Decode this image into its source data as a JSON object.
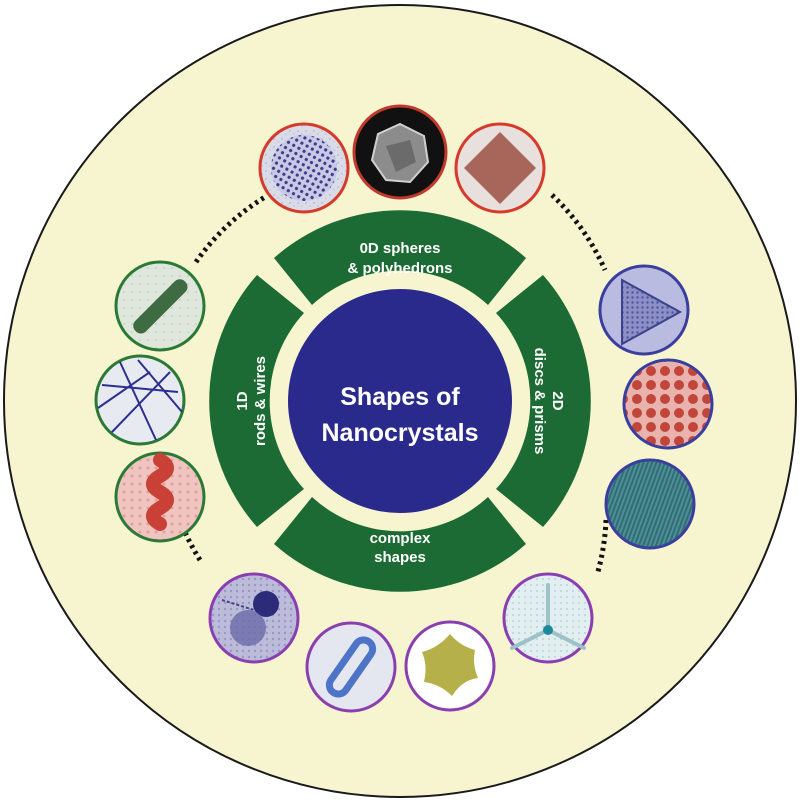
{
  "center": {
    "title_line1": "Shapes of",
    "title_line2": "Nanocrystals"
  },
  "categories": {
    "zero_d": {
      "line1": "0D spheres",
      "line2": "& polyhedrons"
    },
    "one_d": {
      "line1": "1D",
      "line2": "rods & wires"
    },
    "two_d": {
      "line1": "2D",
      "line2": "discs & prisms"
    },
    "complex": {
      "line1": "complex",
      "line2": "shapes"
    }
  },
  "colors": {
    "background_disc": "#f7f4d0",
    "center_circle": "#2a2a8c",
    "category_band": "#1d6b34",
    "ring_0d": "#d63a2a",
    "ring_1d": "#2a7a36",
    "ring_2d": "#3a3f9e",
    "ring_complex": "#8a3fb0"
  },
  "thumbnails": [
    {
      "group": "0D",
      "icon": "lattice-sphere-tem"
    },
    {
      "group": "0D",
      "icon": "polyhedron-sem"
    },
    {
      "group": "0D",
      "icon": "cube-tem"
    },
    {
      "group": "2D",
      "icon": "triangle-prism-tem"
    },
    {
      "group": "2D",
      "icon": "disc-array-tem"
    },
    {
      "group": "2D",
      "icon": "sheet-lattice-tem"
    },
    {
      "group": "1D",
      "icon": "nanorod-tem"
    },
    {
      "group": "1D",
      "icon": "nanowire-network"
    },
    {
      "group": "1D",
      "icon": "helix-wire-tem"
    },
    {
      "group": "complex",
      "icon": "core-shell-tem"
    },
    {
      "group": "complex",
      "icon": "nanotube-ring"
    },
    {
      "group": "complex",
      "icon": "star-plate"
    },
    {
      "group": "complex",
      "icon": "tripod-tem"
    }
  ]
}
